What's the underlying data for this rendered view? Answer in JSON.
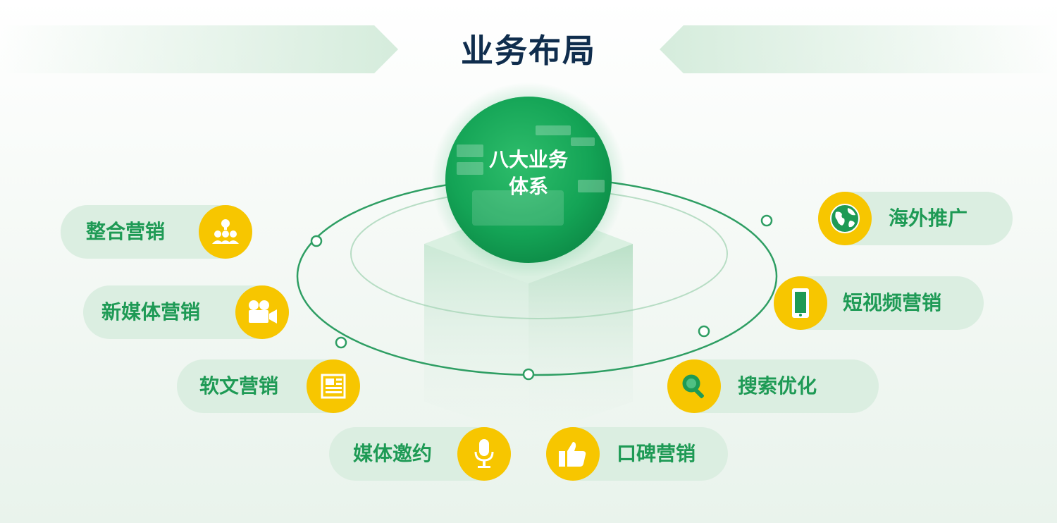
{
  "title": "业务布局",
  "center": {
    "line1": "八大业务",
    "line2": "体系"
  },
  "left_items": [
    {
      "label": "整合营销",
      "icon": "team-idea-icon"
    },
    {
      "label": "新媒体营销",
      "icon": "video-camera-icon"
    },
    {
      "label": "软文营销",
      "icon": "newspaper-icon"
    },
    {
      "label": "媒体邀约",
      "icon": "microphone-icon"
    }
  ],
  "right_items": [
    {
      "label": "海外推广",
      "icon": "globe-icon"
    },
    {
      "label": "短视频营销",
      "icon": "smartphone-icon"
    },
    {
      "label": "搜索优化",
      "icon": "magnifier-icon"
    },
    {
      "label": "口碑营销",
      "icon": "thumbs-up-icon"
    }
  ],
  "colors": {
    "title": "#0f2d4d",
    "pill_bg": "#dbeee1",
    "label_green": "#1e9a55",
    "icon_circle": "#f7c600",
    "center_green": "#16a85a"
  }
}
